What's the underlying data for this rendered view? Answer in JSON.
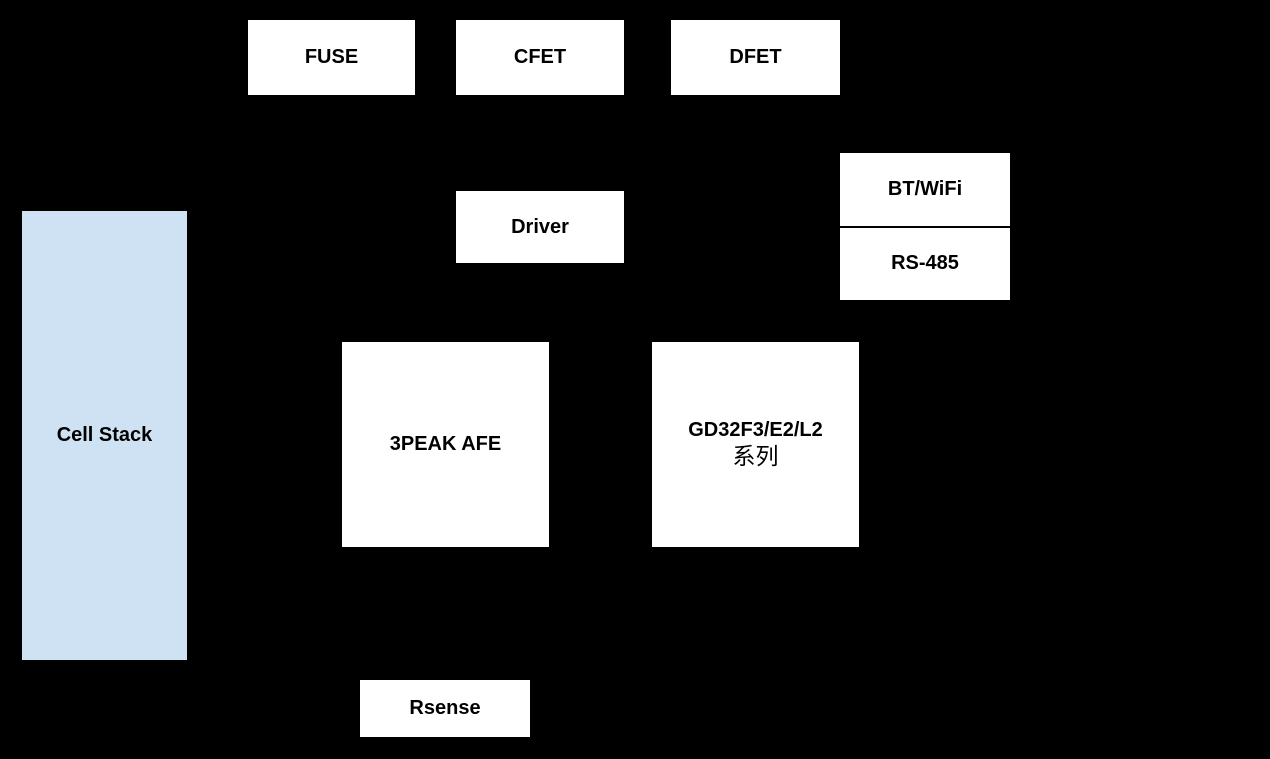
{
  "diagram": {
    "background_color": "#000000",
    "block_fill_color": "#ffffff",
    "cell_stack_fill_color": "#cfe2f3",
    "text_color": "#000000",
    "blocks": {
      "fuse": {
        "label": "FUSE"
      },
      "cfet": {
        "label": "CFET"
      },
      "dfet": {
        "label": "DFET"
      },
      "driver": {
        "label": "Driver"
      },
      "bt_wifi": {
        "label": "BT/WiFi"
      },
      "rs485": {
        "label": "RS-485"
      },
      "cell_stack": {
        "label": "Cell Stack"
      },
      "afe": {
        "label": "3PEAK AFE"
      },
      "mcu": {
        "label_line1": "GD32F3/E2/L2",
        "label_line2": "系列"
      },
      "rsense": {
        "label": "Rsense"
      }
    }
  }
}
